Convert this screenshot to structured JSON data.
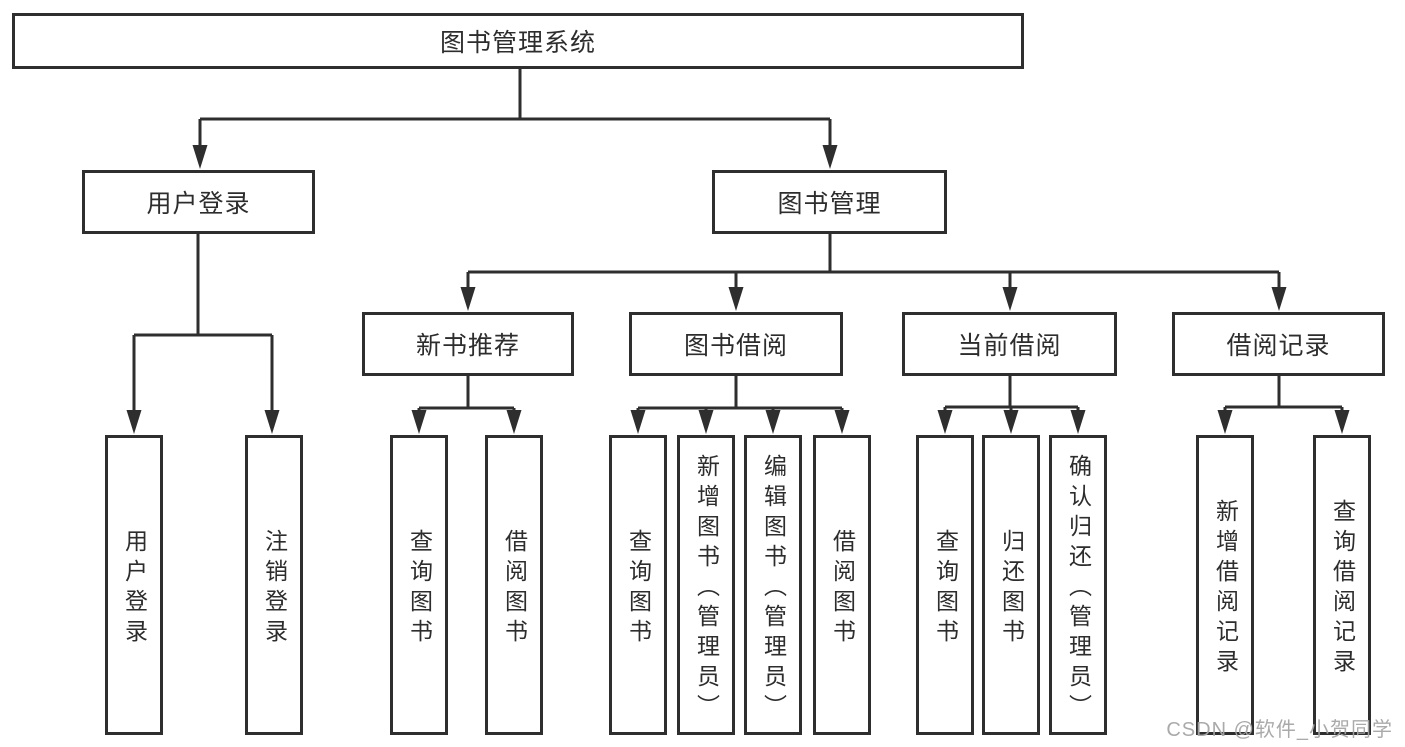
{
  "diagram": {
    "type": "tree",
    "title": "图书管理系统",
    "watermark": "CSDN @软件_小贺同学",
    "colors": {
      "line": "#2e2e2e",
      "box_border": "#2e2e2e",
      "background": "#ffffff",
      "watermark": "#a5a5a5"
    },
    "tree": {
      "label": "图书管理系统",
      "children": [
        {
          "label": "用户登录",
          "children": [
            {
              "label": "用户登录"
            },
            {
              "label": "注销登录"
            }
          ]
        },
        {
          "label": "图书管理",
          "children": [
            {
              "label": "新书推荐",
              "children": [
                {
                  "label": "查询图书"
                },
                {
                  "label": "借阅图书"
                }
              ]
            },
            {
              "label": "图书借阅",
              "children": [
                {
                  "label": "查询图书"
                },
                {
                  "label": "新增图书（管理员）"
                },
                {
                  "label": "编辑图书（管理员）"
                },
                {
                  "label": "借阅图书"
                }
              ]
            },
            {
              "label": "当前借阅",
              "children": [
                {
                  "label": "查询图书"
                },
                {
                  "label": "归还图书"
                },
                {
                  "label": "确认归还（管理员）"
                }
              ]
            },
            {
              "label": "借阅记录",
              "children": [
                {
                  "label": "新增借阅记录"
                },
                {
                  "label": "查询借阅记录"
                }
              ]
            }
          ]
        }
      ]
    }
  }
}
